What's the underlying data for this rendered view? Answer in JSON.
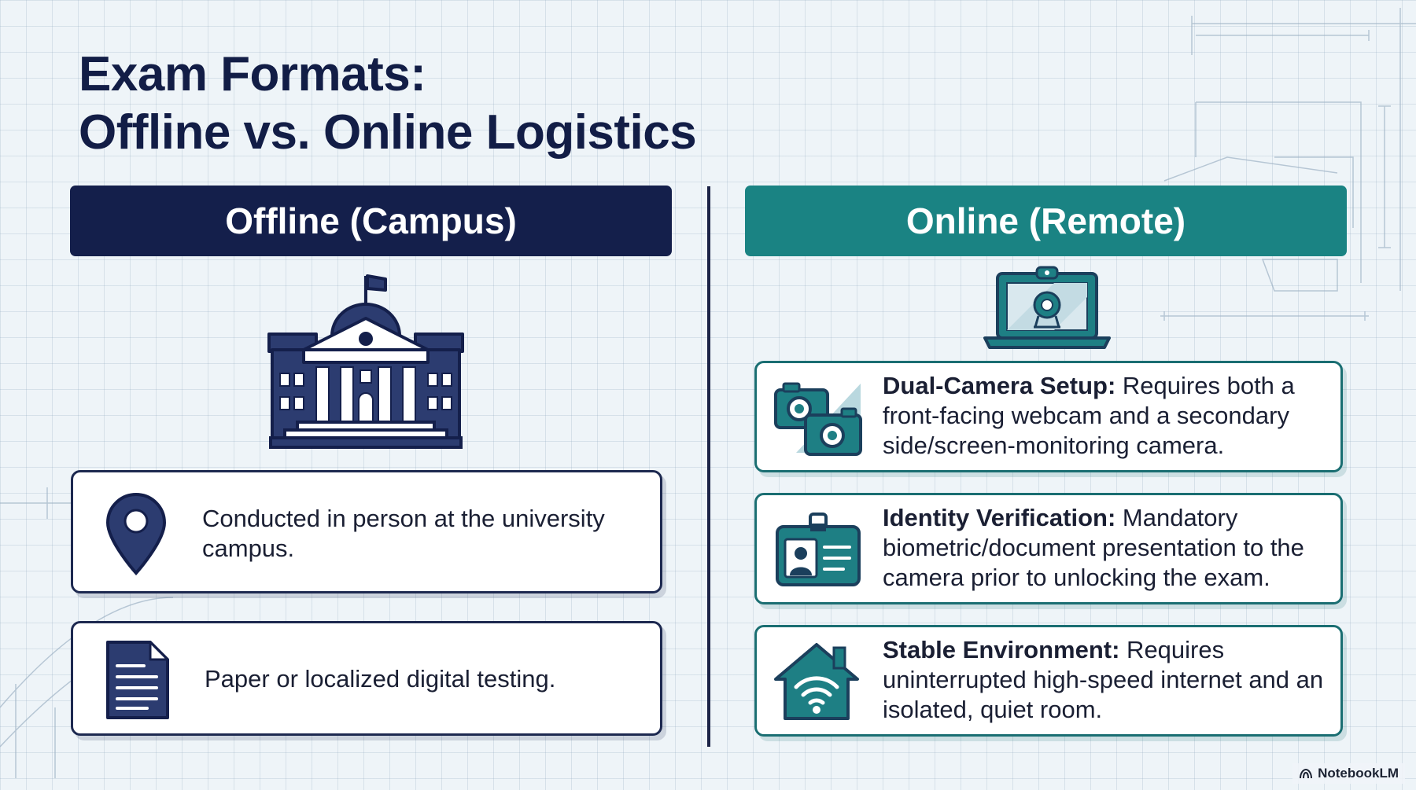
{
  "title": {
    "line1": "Exam Formats:",
    "line2": "Offline vs. Online Logistics"
  },
  "offline": {
    "header": "Offline (Campus)",
    "hero_icon": "university-building-icon",
    "items": [
      {
        "icon": "location-pin-icon",
        "text": "Conducted in person at the university campus."
      },
      {
        "icon": "document-icon",
        "text": "Paper or localized digital testing."
      }
    ]
  },
  "online": {
    "header": "Online (Remote)",
    "hero_icon": "laptop-webcam-icon",
    "items": [
      {
        "icon": "dual-camera-icon",
        "lead": "Dual-Camera Setup:",
        "text": " Requires both a front-facing webcam and a secondary side/screen-monitoring camera."
      },
      {
        "icon": "id-badge-icon",
        "lead": "Identity Verification:",
        "text": " Mandatory biometric/document presentation to the camera prior to unlocking the exam."
      },
      {
        "icon": "home-wifi-icon",
        "lead": "Stable Environment:",
        "text": " Requires uninterrupted high-speed internet and an isolated, quiet room."
      }
    ]
  },
  "watermark": "NotebookLM",
  "colors": {
    "navy": "#141f4b",
    "teal": "#1a8383",
    "background": "#eef4f8"
  }
}
